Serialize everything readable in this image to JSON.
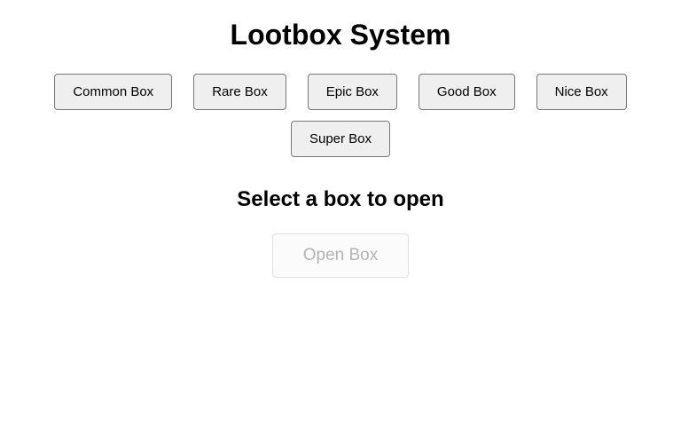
{
  "header": {
    "title": "Lootbox System"
  },
  "boxes": {
    "items": [
      {
        "label": "Common Box",
        "name": "box-button-common"
      },
      {
        "label": "Rare Box",
        "name": "box-button-rare"
      },
      {
        "label": "Epic Box",
        "name": "box-button-epic"
      },
      {
        "label": "Good Box",
        "name": "box-button-good"
      },
      {
        "label": "Nice Box",
        "name": "box-button-nice"
      },
      {
        "label": "Super Box",
        "name": "box-button-super"
      }
    ]
  },
  "status": {
    "selection_prompt": "Select a box to open"
  },
  "actions": {
    "open_label": "Open Box",
    "open_enabled": false
  },
  "colors": {
    "page_background": "#ffffff",
    "text": "#000000",
    "button_background": "#efefef",
    "button_border": "#767676",
    "disabled_text": "#b4b4b4",
    "disabled_border": "#e2e2e2",
    "disabled_background": "#fbfbfb"
  }
}
